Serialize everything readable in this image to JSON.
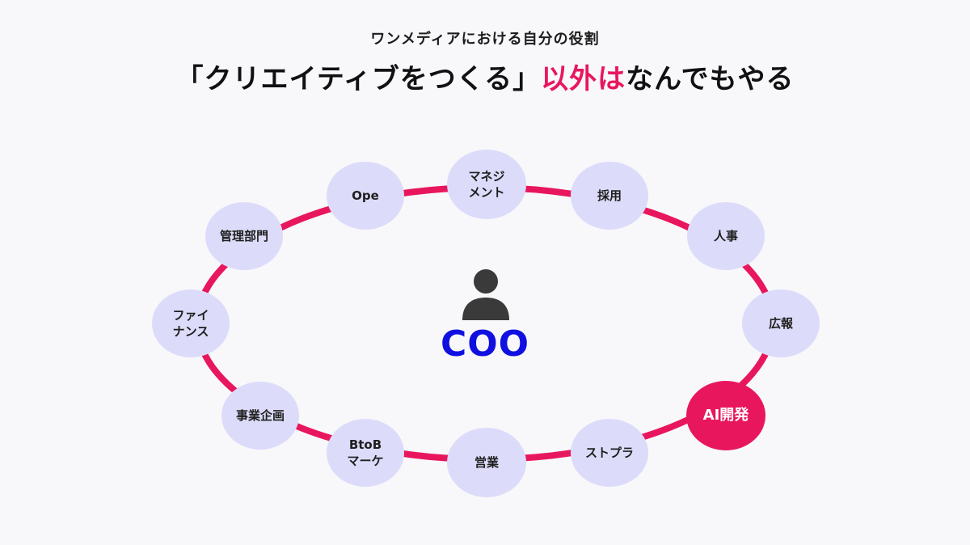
{
  "header": {
    "subtitle": "ワンメディアにおける自分の役割",
    "headline_main": "「クリエイティブをつくる」",
    "headline_accent": "以外は",
    "headline_tail": "なんでもやる"
  },
  "center": {
    "label": "COO",
    "icon": "person-icon"
  },
  "nodes": [
    {
      "id": "management",
      "label": "マネジ\nメント",
      "highlight": false
    },
    {
      "id": "saiyou",
      "label": "採用",
      "highlight": false
    },
    {
      "id": "jinji",
      "label": "人事",
      "highlight": false
    },
    {
      "id": "kouhou",
      "label": "広報",
      "highlight": false
    },
    {
      "id": "ai",
      "label": "AI開発",
      "highlight": true
    },
    {
      "id": "stpra",
      "label": "ストプラ",
      "highlight": false
    },
    {
      "id": "eigyou",
      "label": "営業",
      "highlight": false
    },
    {
      "id": "btob",
      "label": "BtoB\nマーケ",
      "highlight": false
    },
    {
      "id": "jigyou",
      "label": "事業企画",
      "highlight": false
    },
    {
      "id": "finance",
      "label": "ファイ\nナンス",
      "highlight": false
    },
    {
      "id": "kanri",
      "label": "管理部門",
      "highlight": false
    },
    {
      "id": "ope",
      "label": "Ope",
      "highlight": false
    }
  ],
  "colors": {
    "ring": "#e8175d",
    "node_fill": "#dcdcfa",
    "highlight_fill": "#e8175d",
    "accent_text": "#e8175d",
    "coo_text": "#1010e0",
    "icon": "#3a3a3a"
  }
}
